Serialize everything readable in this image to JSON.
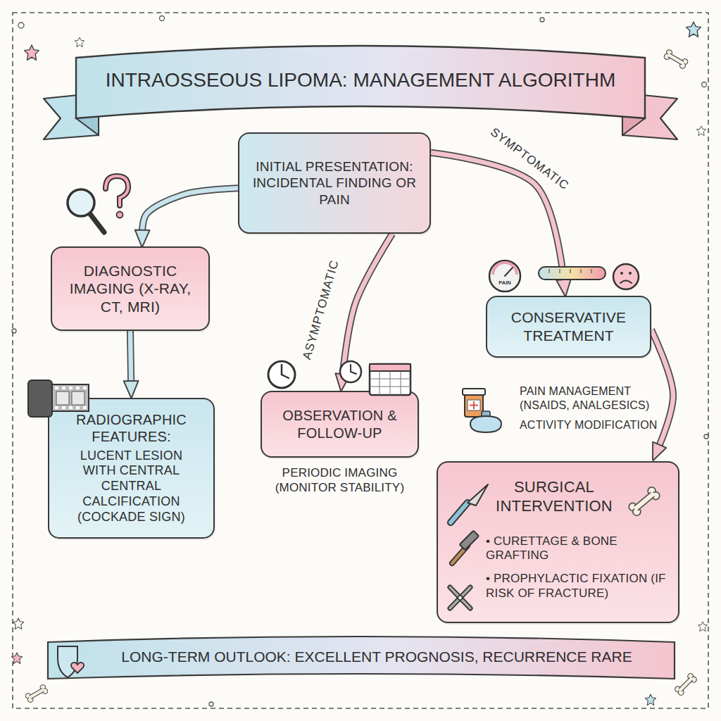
{
  "diagram": {
    "title": "INTRAOSSEOUS LIPOMA: MANAGEMENT ALGORITHM",
    "caption": "LONG-TERM OUTLOOK: EXCELLENT PROGNOSIS, RECURRENCE RARE",
    "nodes": [
      {
        "text": [
          "INITIAL PRESENTATION: INCIDENTAL FINDING OR PAIN"
        ]
      },
      {
        "text": [
          "DIAGNOSTIC IMAGING (X-RAY, CT, MRI)"
        ]
      },
      {
        "text": [
          "RADIOGRAPHIC FEATURES:",
          "LUCENT LESION WITH CENTRAL CENTRAL CALCIFICATION (COCKADE SIGN)"
        ]
      },
      {
        "text": [
          "OBSERVATION & FOLLOW-UP",
          "PERIODIC IMAGING (MONITOR STABILITY)"
        ]
      },
      {
        "text": [
          "CONSERVATIVE TREATMENT",
          "PAIN MANAGEMENT (NSAIDS, ANALGESICS)",
          "ACTIVITY MODIFICATION"
        ]
      },
      {
        "text": [
          "SURGICAL INTERVENTION",
          "• CURETTAGE & BONE GRAFTING",
          "• PROPHYLACTIC FIXATION (IF RISK OF FRACTURE)"
        ]
      }
    ],
    "edges": [
      {
        "from": 0,
        "to": 1,
        "arrow": "to"
      },
      {
        "from": 0,
        "to": 3,
        "label": "ASYMPTOMATIC",
        "arrow": "to"
      },
      {
        "from": 0,
        "to": 4,
        "label": "SYMPTOMATIC",
        "arrow": "to"
      },
      {
        "from": 1,
        "to": 2,
        "arrow": "to"
      },
      {
        "from": 4,
        "to": 5,
        "arrow": "to"
      }
    ],
    "labels": [
      "PAIN"
    ]
  }
}
